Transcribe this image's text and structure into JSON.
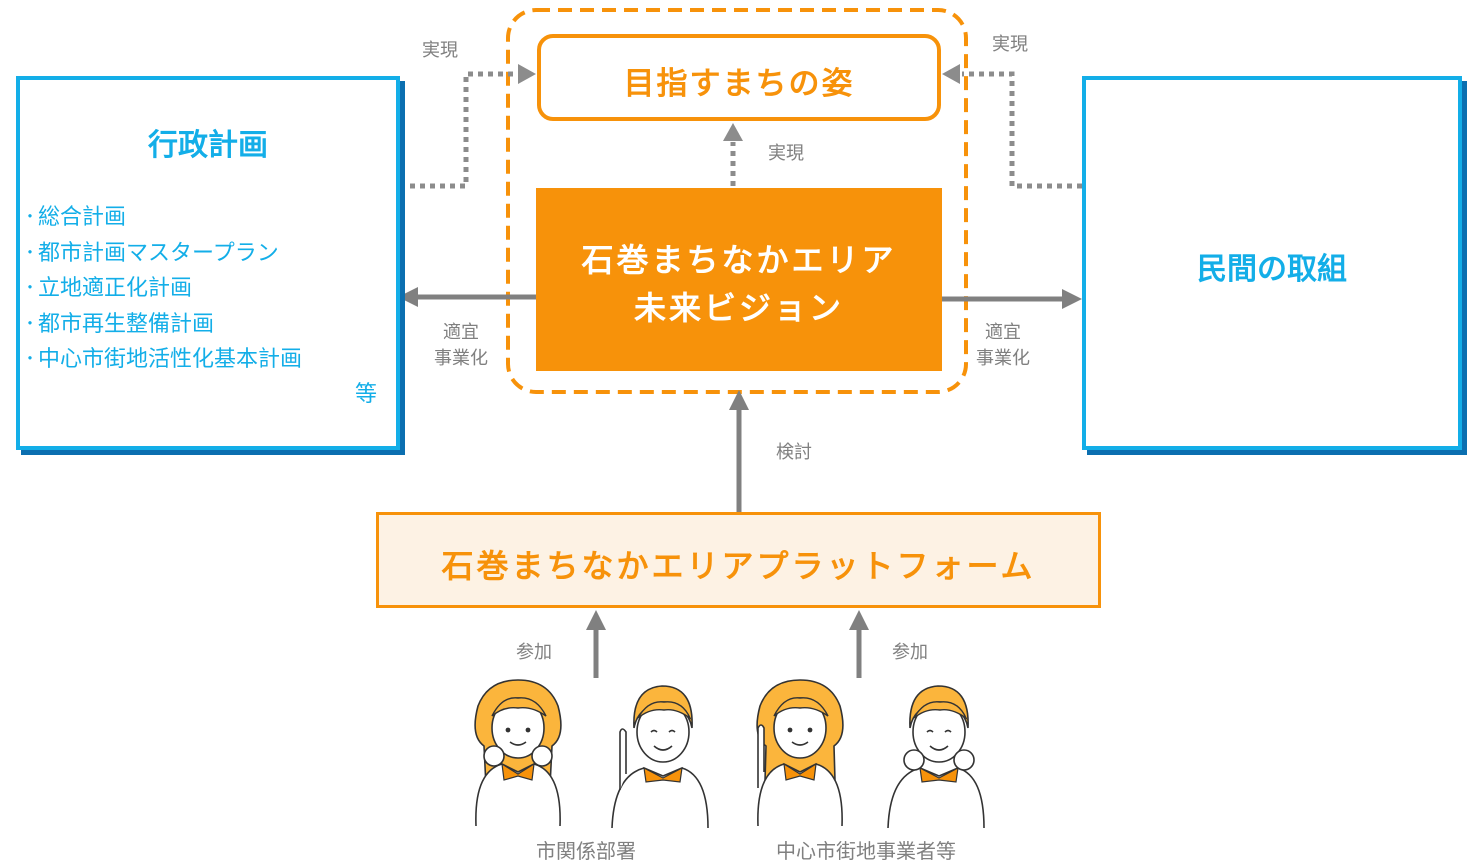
{
  "goal": {
    "label": "目指すまちの姿"
  },
  "vision": {
    "line1": "石巻まちなかエリア",
    "line2": "未来ビジョン"
  },
  "admin_plan": {
    "title": "行政計画",
    "items": [
      "総合計画",
      "都市計画マスタープラン",
      "立地適正化計画",
      "都市再生整備計画",
      "中心市街地活性化基本計画"
    ],
    "etc": "等"
  },
  "private": {
    "title": "民間の取組"
  },
  "platform": {
    "label": "石巻まちなかエリアプラットフォーム"
  },
  "arrow_labels": {
    "realize_left": "実現",
    "realize_right": "実現",
    "realize_center": "実現",
    "commercialize_left": [
      "適宜",
      "事業化"
    ],
    "commercialize_right": [
      "適宜",
      "事業化"
    ],
    "consider": "検討",
    "participate_left": "参加",
    "participate_right": "参加"
  },
  "participants": {
    "city_depts": "市関係部署",
    "businesses": "中心市街地事業者等"
  },
  "colors": {
    "orange": "#f7920a",
    "orange_light": "#fdf2e4",
    "blue": "#13aee8",
    "blue_shadow": "#0b6fb0",
    "gray": "#808080",
    "hair": "#fbb53c"
  }
}
